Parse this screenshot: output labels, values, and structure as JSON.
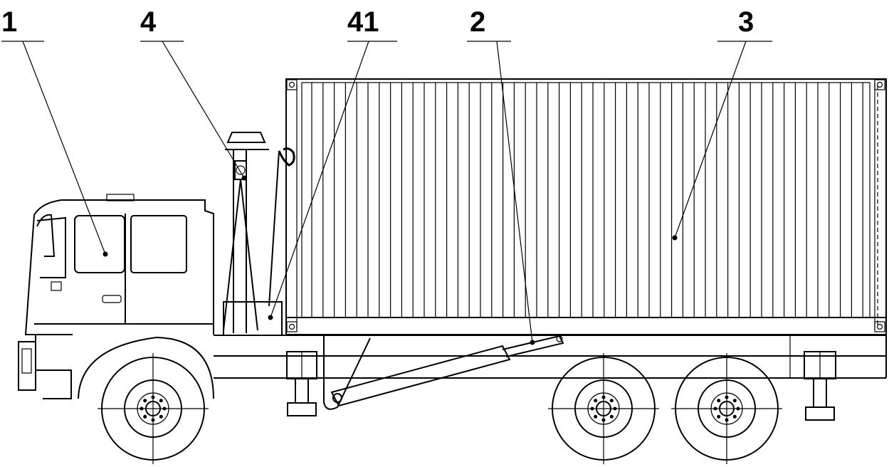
{
  "figure": {
    "callouts": [
      {
        "id": "cab",
        "text": "1"
      },
      {
        "id": "crane",
        "text": "4"
      },
      {
        "id": "crane-base",
        "text": "41"
      },
      {
        "id": "hydraulic-cylinder",
        "text": "2"
      },
      {
        "id": "container",
        "text": "3"
      }
    ]
  },
  "colors": {
    "line": "#000000",
    "background": "#ffffff"
  }
}
